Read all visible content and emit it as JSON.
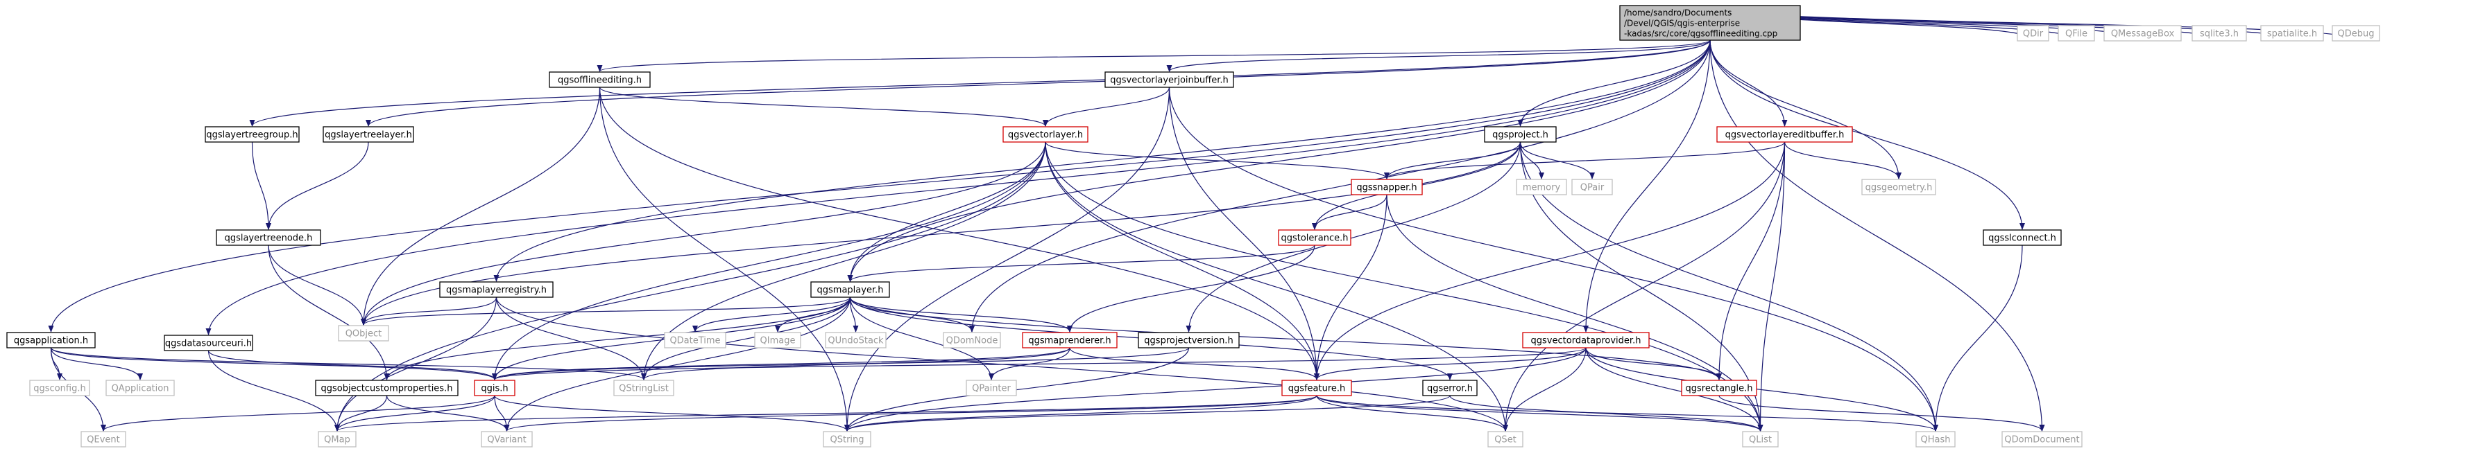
{
  "colors": {
    "edge": "#191970",
    "border_black": "#000000",
    "border_red": "#d40000",
    "border_grey": "#bfbfbf",
    "text_black": "#000000",
    "text_grey": "#9a9a9a",
    "root_fill": "#bfbfbf",
    "node_fill": "#ffffff"
  },
  "nodes": [
    {
      "id": "root",
      "lines": [
        "/home/sandro/Documents",
        "/Devel/QGIS/qgis-enterprise",
        "-kadas/src/core/qgsofflineediting.cpp"
      ],
      "kind": "root"
    },
    {
      "id": "qgsofflineediting",
      "lines": [
        "qgsofflineediting.h"
      ],
      "kind": "black"
    },
    {
      "id": "qgsvectorlayerjoinbuffer",
      "lines": [
        "qgsvectorlayerjoinbuffer.h"
      ],
      "kind": "black"
    },
    {
      "id": "qgslayertreegroup",
      "lines": [
        "qgslayertreegroup.h"
      ],
      "kind": "black"
    },
    {
      "id": "qgslayertreelayer",
      "lines": [
        "qgslayertreelayer.h"
      ],
      "kind": "black"
    },
    {
      "id": "qgslayertreenode",
      "lines": [
        "qgslayertreenode.h"
      ],
      "kind": "black"
    },
    {
      "id": "qgsvectorlayer",
      "lines": [
        "qgsvectorlayer.h"
      ],
      "kind": "red"
    },
    {
      "id": "qgsproject",
      "lines": [
        "qgsproject.h"
      ],
      "kind": "black"
    },
    {
      "id": "qgsvectorlayereditbuffer",
      "lines": [
        "qgsvectorlayereditbuffer.h"
      ],
      "kind": "red"
    },
    {
      "id": "qgssnapper",
      "lines": [
        "qgssnapper.h"
      ],
      "kind": "red"
    },
    {
      "id": "memory",
      "lines": [
        "memory"
      ],
      "kind": "grey"
    },
    {
      "id": "QPair",
      "lines": [
        "QPair"
      ],
      "kind": "grey"
    },
    {
      "id": "qgsgeometry",
      "lines": [
        "qgsgeometry.h"
      ],
      "kind": "grey"
    },
    {
      "id": "qgstolerance",
      "lines": [
        "qgstolerance.h"
      ],
      "kind": "red"
    },
    {
      "id": "qgsmaplayerregistry",
      "lines": [
        "qgsmaplayerregistry.h"
      ],
      "kind": "black"
    },
    {
      "id": "qgsmaplayer",
      "lines": [
        "qgsmaplayer.h"
      ],
      "kind": "black"
    },
    {
      "id": "qgsspatialiteconnect",
      "lines": [
        "qgsslconnect.h"
      ],
      "kind": "black"
    },
    {
      "id": "qgsapplication",
      "lines": [
        "qgsapplication.h"
      ],
      "kind": "black"
    },
    {
      "id": "qgsdatasourceuri",
      "lines": [
        "qgsdatasourceuri.h"
      ],
      "kind": "black"
    },
    {
      "id": "QObject",
      "lines": [
        "QObject"
      ],
      "kind": "grey"
    },
    {
      "id": "QDateTime",
      "lines": [
        "QDateTime"
      ],
      "kind": "grey"
    },
    {
      "id": "QImage",
      "lines": [
        "QImage"
      ],
      "kind": "grey"
    },
    {
      "id": "QUndoStack",
      "lines": [
        "QUndoStack"
      ],
      "kind": "grey"
    },
    {
      "id": "QDomNode",
      "lines": [
        "QDomNode"
      ],
      "kind": "grey"
    },
    {
      "id": "qgsmaprenderer",
      "lines": [
        "qgsmaprenderer.h"
      ],
      "kind": "red"
    },
    {
      "id": "qgsprojectversion",
      "lines": [
        "qgsprojectversion.h"
      ],
      "kind": "black"
    },
    {
      "id": "qgsvectordataprovider",
      "lines": [
        "qgsvectordataprovider.h"
      ],
      "kind": "red"
    },
    {
      "id": "qgsconfig",
      "lines": [
        "qgsconfig.h"
      ],
      "kind": "grey"
    },
    {
      "id": "QApplication",
      "lines": [
        "QApplication"
      ],
      "kind": "grey"
    },
    {
      "id": "qgsobjectcustomproperties",
      "lines": [
        "qgsobjectcustomproperties.h"
      ],
      "kind": "black"
    },
    {
      "id": "qgis",
      "lines": [
        "qgis.h"
      ],
      "kind": "red"
    },
    {
      "id": "QStringList",
      "lines": [
        "QStringList"
      ],
      "kind": "grey"
    },
    {
      "id": "QPainter",
      "lines": [
        "QPainter"
      ],
      "kind": "grey"
    },
    {
      "id": "qgsfeature",
      "lines": [
        "qgsfeature.h"
      ],
      "kind": "red"
    },
    {
      "id": "qgserror",
      "lines": [
        "qgserror.h"
      ],
      "kind": "black"
    },
    {
      "id": "qgsrectangle",
      "lines": [
        "qgsrectangle.h"
      ],
      "kind": "red"
    },
    {
      "id": "QEvent",
      "lines": [
        "QEvent"
      ],
      "kind": "grey"
    },
    {
      "id": "QMap",
      "lines": [
        "QMap"
      ],
      "kind": "grey"
    },
    {
      "id": "QVariant",
      "lines": [
        "QVariant"
      ],
      "kind": "grey"
    },
    {
      "id": "QString",
      "lines": [
        "QString"
      ],
      "kind": "grey"
    },
    {
      "id": "QSet",
      "lines": [
        "QSet"
      ],
      "kind": "grey"
    },
    {
      "id": "QList",
      "lines": [
        "QList"
      ],
      "kind": "grey"
    },
    {
      "id": "QHash",
      "lines": [
        "QHash"
      ],
      "kind": "grey"
    },
    {
      "id": "QDomDocument",
      "lines": [
        "QDomDocument"
      ],
      "kind": "grey"
    },
    {
      "id": "QDir",
      "lines": [
        "QDir"
      ],
      "kind": "grey"
    },
    {
      "id": "QFile",
      "lines": [
        "QFile"
      ],
      "kind": "grey"
    },
    {
      "id": "QMessageBox",
      "lines": [
        "QMessageBox"
      ],
      "kind": "grey"
    },
    {
      "id": "sqlite3",
      "lines": [
        "sqlite3.h"
      ],
      "kind": "grey"
    },
    {
      "id": "spatialite",
      "lines": [
        "spatialite.h"
      ],
      "kind": "grey"
    },
    {
      "id": "QDebug",
      "lines": [
        "QDebug"
      ],
      "kind": "grey"
    }
  ],
  "edges": [
    [
      "root",
      "qgsofflineediting"
    ],
    [
      "root",
      "qgsvectorlayerjoinbuffer"
    ],
    [
      "root",
      "qgslayertreegroup"
    ],
    [
      "root",
      "qgslayertreelayer"
    ],
    [
      "root",
      "qgsmaplayerregistry"
    ],
    [
      "root",
      "qgsapplication"
    ],
    [
      "root",
      "qgsdatasourceuri"
    ],
    [
      "root",
      "qgsmaplayer"
    ],
    [
      "root",
      "qgsproject"
    ],
    [
      "root",
      "qgsvectorlayereditbuffer"
    ],
    [
      "root",
      "qgsgeometry"
    ],
    [
      "root",
      "qgsspatialiteconnect"
    ],
    [
      "root",
      "qgsvectordataprovider"
    ],
    [
      "root",
      "QDomNode"
    ],
    [
      "root",
      "QDomDocument"
    ],
    [
      "root",
      "QDir"
    ],
    [
      "root",
      "QFile"
    ],
    [
      "root",
      "QMessageBox"
    ],
    [
      "root",
      "sqlite3"
    ],
    [
      "root",
      "spatialite"
    ],
    [
      "root",
      "QDebug"
    ],
    [
      "qgsofflineediting",
      "qgsvectorlayer"
    ],
    [
      "qgsofflineediting",
      "QObject"
    ],
    [
      "qgsofflineediting",
      "qgsfeature"
    ],
    [
      "qgsofflineediting",
      "QString"
    ],
    [
      "qgsvectorlayerjoinbuffer",
      "qgsvectorlayer"
    ],
    [
      "qgsvectorlayerjoinbuffer",
      "QHash"
    ],
    [
      "qgsvectorlayerjoinbuffer",
      "qgsfeature"
    ],
    [
      "qgsvectorlayerjoinbuffer",
      "QString"
    ],
    [
      "qgslayertreegroup",
      "qgslayertreenode"
    ],
    [
      "qgslayertreelayer",
      "qgslayertreenode"
    ],
    [
      "qgslayertreenode",
      "QObject"
    ],
    [
      "qgslayertreenode",
      "qgsobjectcustomproperties"
    ],
    [
      "qgsvectorlayer",
      "qgsmaplayer"
    ],
    [
      "qgsvectorlayer",
      "qgssnapper"
    ],
    [
      "qgsvectorlayer",
      "qgsfeature"
    ],
    [
      "qgsvectorlayer",
      "QSet"
    ],
    [
      "qgsvectorlayer",
      "QList"
    ],
    [
      "qgsvectorlayer",
      "QStringList"
    ],
    [
      "qgsvectorlayer",
      "QMap"
    ],
    [
      "qgsvectorlayer",
      "qgis"
    ],
    [
      "qgsvectorlayer",
      "QObject"
    ],
    [
      "qgsproject",
      "qgssnapper"
    ],
    [
      "qgsproject",
      "memory"
    ],
    [
      "qgsproject",
      "QPair"
    ],
    [
      "qgsproject",
      "qgstolerance"
    ],
    [
      "qgsproject",
      "qgsprojectversion"
    ],
    [
      "qgsproject",
      "QHash"
    ],
    [
      "qgsproject",
      "QList"
    ],
    [
      "qgsproject",
      "QObject"
    ],
    [
      "qgsvectorlayereditbuffer",
      "qgssnapper"
    ],
    [
      "qgsvectorlayereditbuffer",
      "qgsgeometry"
    ],
    [
      "qgsvectorlayereditbuffer",
      "qgsfeature"
    ],
    [
      "qgsvectorlayereditbuffer",
      "qgsrectangle"
    ],
    [
      "qgsvectorlayereditbuffer",
      "QSet"
    ],
    [
      "qgsvectorlayereditbuffer",
      "QList"
    ],
    [
      "qgssnapper",
      "qgstolerance"
    ],
    [
      "qgssnapper",
      "qgsfeature"
    ],
    [
      "qgssnapper",
      "QList"
    ],
    [
      "qgstolerance",
      "qgsmaplayer"
    ],
    [
      "qgstolerance",
      "qgsmaprenderer"
    ],
    [
      "qgsmaplayerregistry",
      "QObject"
    ],
    [
      "qgsmaplayerregistry",
      "QStringList"
    ],
    [
      "qgsmaplayerregistry",
      "QMap"
    ],
    [
      "qgsmaplayerregistry",
      "QSet"
    ],
    [
      "qgsmaplayer",
      "QObject"
    ],
    [
      "qgsmaplayer",
      "QDateTime"
    ],
    [
      "qgsmaplayer",
      "QImage"
    ],
    [
      "qgsmaplayer",
      "QUndoStack"
    ],
    [
      "qgsmaplayer",
      "QDomNode"
    ],
    [
      "qgsmaplayer",
      "qgsmaprenderer"
    ],
    [
      "qgsmaplayer",
      "qgsobjectcustomproperties"
    ],
    [
      "qgsmaplayer",
      "qgis"
    ],
    [
      "qgsmaplayer",
      "QStringList"
    ],
    [
      "qgsmaplayer",
      "QPainter"
    ],
    [
      "qgsmaplayer",
      "qgserror"
    ],
    [
      "qgsmaplayer",
      "qgsrectangle"
    ],
    [
      "qgsmaplayer",
      "QVariant"
    ],
    [
      "qgsspatialiteconnect",
      "QHash"
    ],
    [
      "qgsapplication",
      "qgsconfig"
    ],
    [
      "qgsapplication",
      "QApplication"
    ],
    [
      "qgsapplication",
      "QEvent"
    ],
    [
      "qgsapplication",
      "QStringList"
    ],
    [
      "qgsapplication",
      "qgis"
    ],
    [
      "qgsdatasourceuri",
      "qgis"
    ],
    [
      "qgsdatasourceuri",
      "QMap"
    ],
    [
      "qgsmaprenderer",
      "qgis"
    ],
    [
      "qgsmaprenderer",
      "QPainter"
    ],
    [
      "qgsmaprenderer",
      "qgsfeature"
    ],
    [
      "qgsmaprenderer",
      "QStringList"
    ],
    [
      "qgsprojectversion",
      "qgis"
    ],
    [
      "qgsprojectversion",
      "QString"
    ],
    [
      "qgsvectordataprovider",
      "qgsfeature"
    ],
    [
      "qgsvectordataprovider",
      "qgsrectangle"
    ],
    [
      "qgsvectordataprovider",
      "QSet"
    ],
    [
      "qgsvectordataprovider",
      "QList"
    ],
    [
      "qgsvectordataprovider",
      "QHash"
    ],
    [
      "qgsvectordataprovider",
      "QString"
    ],
    [
      "qgsvectordataprovider",
      "qgis"
    ],
    [
      "qgsobjectcustomproperties",
      "QMap"
    ],
    [
      "qgsobjectcustomproperties",
      "QVariant"
    ],
    [
      "qgis",
      "QEvent"
    ],
    [
      "qgis",
      "QVariant"
    ],
    [
      "qgis",
      "QString"
    ],
    [
      "qgis",
      "QMap"
    ],
    [
      "qgsfeature",
      "QMap"
    ],
    [
      "qgsfeature",
      "QVariant"
    ],
    [
      "qgsfeature",
      "QString"
    ],
    [
      "qgsfeature",
      "QSet"
    ],
    [
      "qgsfeature",
      "QList"
    ],
    [
      "qgsfeature",
      "QHash"
    ],
    [
      "qgserror",
      "QString"
    ],
    [
      "qgserror",
      "QList"
    ],
    [
      "qgsrectangle",
      "QDomDocument"
    ]
  ]
}
